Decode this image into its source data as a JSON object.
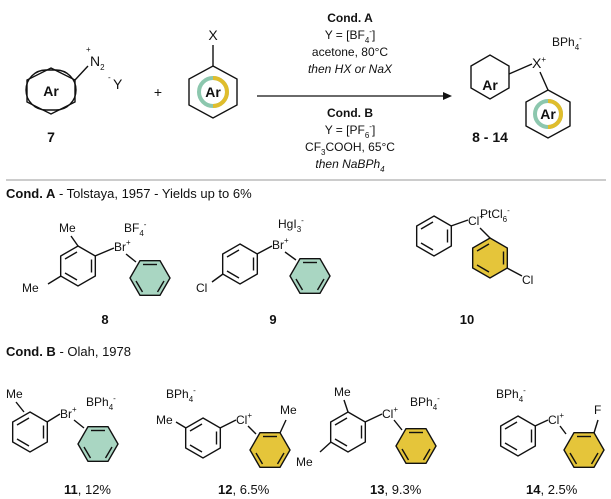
{
  "scheme": {
    "diazonium": {
      "n2": "N",
      "n2_sub": "2",
      "plus": "+",
      "counter": "Y",
      "minus": "-",
      "ring": "Ar",
      "label": "7"
    },
    "plus_sign": "+",
    "arene": {
      "x": "X",
      "ring": "Ar"
    },
    "product": {
      "counterion": "BPh",
      "counterion_sub": "4",
      "counterion_charge": "-",
      "center": "X",
      "center_charge": "+",
      "ring1": "Ar",
      "ring2": "Ar",
      "label": "8 - 14"
    },
    "cond_a": {
      "title": "Cond. A",
      "line1": "Y = [BF",
      "line1_sub": "4",
      "line1_sup": "-",
      "line1_end": "]",
      "line2": "acetone, 80°C",
      "line3": "then HX or NaX"
    },
    "cond_b": {
      "title": "Cond. B",
      "line1": "Y = [PF",
      "line1_sub": "6",
      "line1_sup": "-",
      "line1_end": "]",
      "line2a": "CF",
      "line2_sub": "3",
      "line2b": "COOH, 65°C",
      "line3a": "then NaBPh",
      "line3_sub": "4"
    }
  },
  "section_a": {
    "title_bold": "Cond. A",
    "title_rest": " - Tolstaya, 1957 - Yields up to 6%",
    "compounds": [
      {
        "label": "8",
        "center": "Br",
        "charge": "+",
        "anion": "BF",
        "anion_sub": "4",
        "anion_sup": "-",
        "me1": "Me",
        "me2": "Me"
      },
      {
        "label": "9",
        "center": "Br",
        "charge": "+",
        "anion": "HgI",
        "anion_sub": "3",
        "anion_sup": "-",
        "cl": "Cl"
      },
      {
        "label": "10",
        "center": "Cl",
        "charge": "+",
        "anion": "PtCl",
        "anion_sub": "6",
        "anion_sup": "-",
        "cl": "Cl"
      }
    ]
  },
  "section_b": {
    "title_bold": "Cond. B",
    "title_rest": " - Olah, 1978",
    "compounds": [
      {
        "label": "11",
        "yield": ", 12%",
        "center": "Br",
        "charge": "+",
        "anion": "BPh",
        "anion_sub": "4",
        "anion_sup": "-",
        "me": "Me"
      },
      {
        "label": "12",
        "yield": ", 6.5%",
        "center": "Cl",
        "charge": "+",
        "anion": "BPh",
        "anion_sub": "4",
        "anion_sup": "-",
        "me1": "Me",
        "me2": "Me"
      },
      {
        "label": "13",
        "yield": ", 9.3%",
        "center": "Cl",
        "charge": "+",
        "anion": "BPh",
        "anion_sub": "4",
        "anion_sup": "-",
        "me1": "Me",
        "me2": "Me"
      },
      {
        "label": "14",
        "yield": ", 2.5%",
        "center": "Cl",
        "charge": "+",
        "anion": "BPh",
        "anion_sub": "4",
        "anion_sup": "-",
        "f": "F"
      }
    ]
  },
  "colors": {
    "green": "#a9d6c2",
    "yellow": "#e5c53a",
    "ring_green": "#8cc7ae",
    "ring_yellow": "#e0bd2c"
  }
}
